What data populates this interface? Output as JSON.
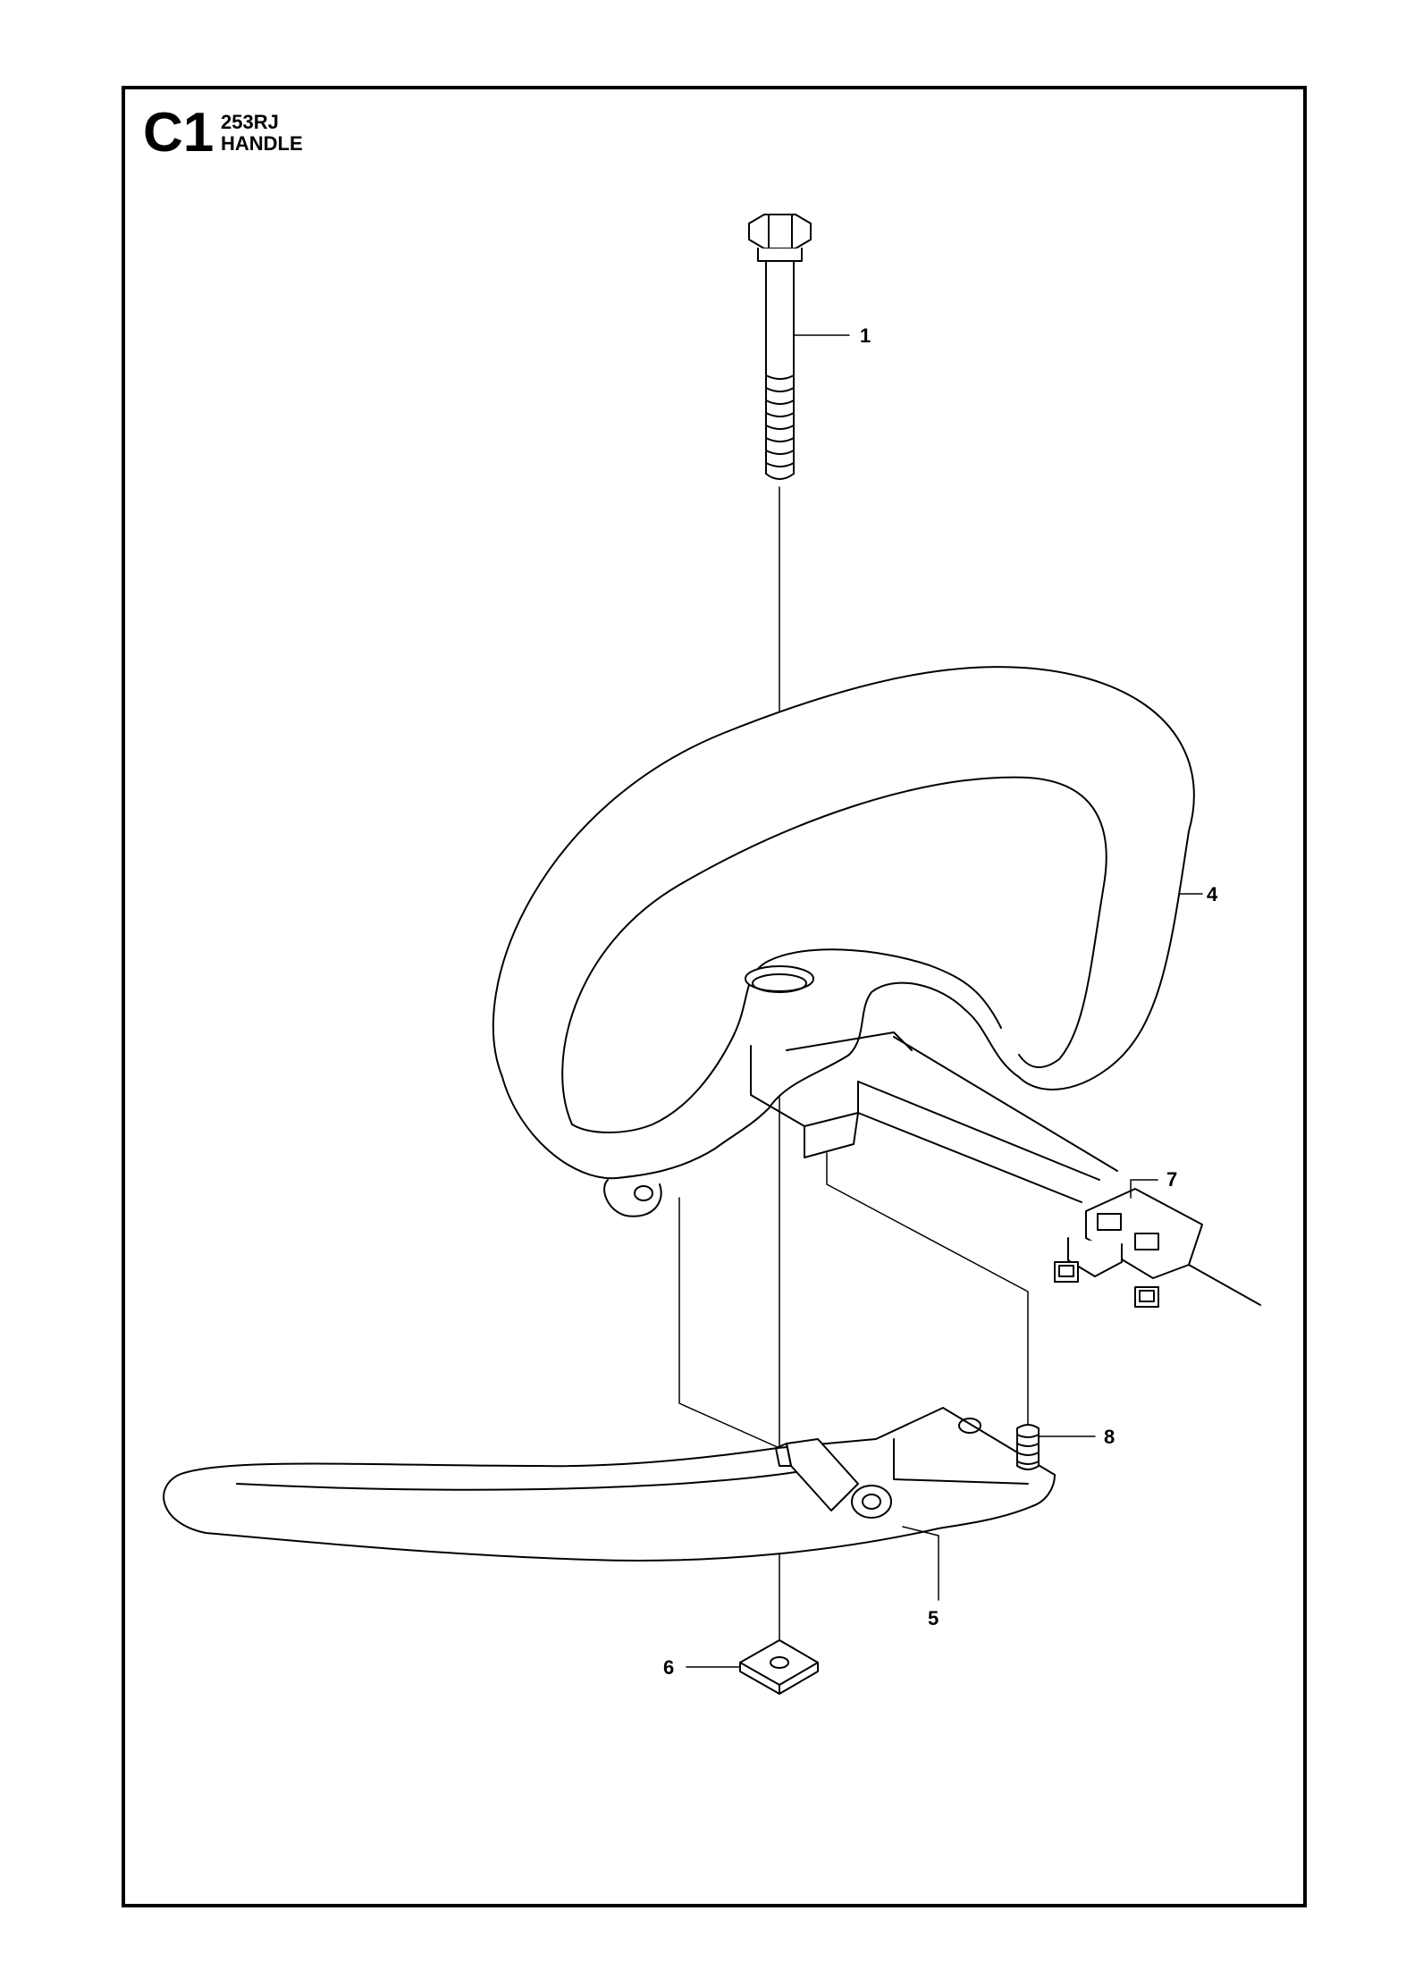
{
  "header": {
    "section_code": "C1",
    "model": "253RJ",
    "section_name": "HANDLE"
  },
  "callouts": [
    {
      "id": "callout-1",
      "label": "1"
    },
    {
      "id": "callout-4",
      "label": "4"
    },
    {
      "id": "callout-5",
      "label": "5"
    },
    {
      "id": "callout-6",
      "label": "6"
    },
    {
      "id": "callout-7",
      "label": "7"
    },
    {
      "id": "callout-8",
      "label": "8"
    }
  ],
  "colors": {
    "line": "#000000",
    "background": "#ffffff"
  }
}
